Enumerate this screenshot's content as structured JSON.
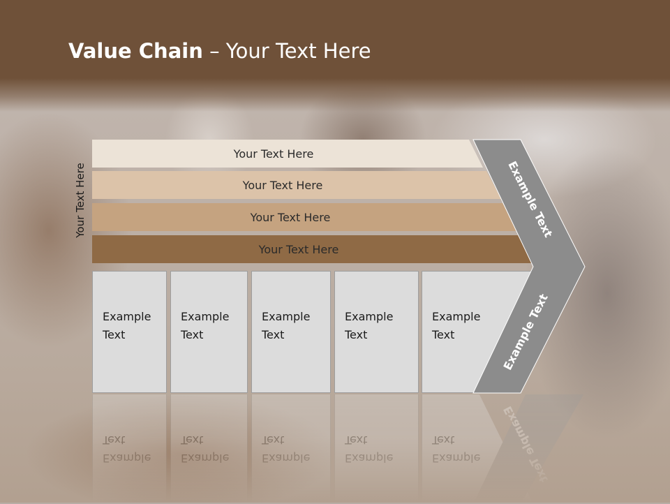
{
  "slide": {
    "title_bold": "Value Chain",
    "title_rest": " – Your Text Here",
    "vertical_label": "Your Text Here"
  },
  "bars": [
    {
      "label": "Your Text Here",
      "color": "#ece3d7"
    },
    {
      "label": "Your Text Here",
      "color": "#dcc3a9"
    },
    {
      "label": "Your Text Here",
      "color": "#c5a380"
    },
    {
      "label": "Your Text Here",
      "color": "#8f6a45"
    }
  ],
  "boxes": [
    {
      "line1": "Example",
      "line2": "Text"
    },
    {
      "line1": "Example",
      "line2": "Text"
    },
    {
      "line1": "Example",
      "line2": "Text"
    },
    {
      "line1": "Example",
      "line2": "Text"
    },
    {
      "line1": "Example",
      "line2": "Text"
    }
  ],
  "chevron": {
    "upper_text": "Example Text",
    "lower_text": "Example Text",
    "color": "#8c8c8c"
  },
  "colors": {
    "header": "#6f5139",
    "box_fill": "#dcdcdc"
  }
}
